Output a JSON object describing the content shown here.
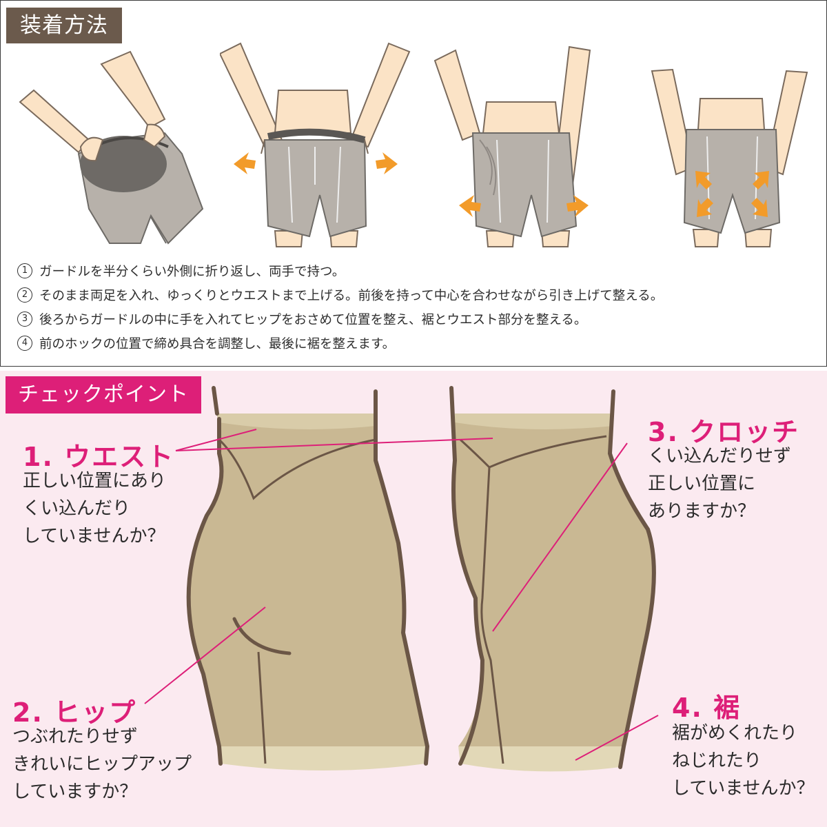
{
  "top": {
    "title": "装着方法",
    "steps": [
      {
        "num": "1",
        "text": "ガードルを半分くらい外側に折り返し、両手で持つ。"
      },
      {
        "num": "2",
        "text": "そのまま両足を入れ、ゆっくりとウエストまで上げる。前後を持って中心を合わせながら引き上げて整える。"
      },
      {
        "num": "3",
        "text": "後ろからガードルの中に手を入れてヒップをおさめて位置を整え、裾とウエスト部分を整える。"
      },
      {
        "num": "4",
        "text": "前のホックの位置で締め具合を調整し、最後に裾を整えます。"
      }
    ]
  },
  "check": {
    "title": "チェックポイント",
    "points": [
      {
        "title": "1. ウエスト",
        "lines": [
          "正しい位置にあり",
          "くい込んだり",
          "していませんか？"
        ]
      },
      {
        "title": "2. ヒップ",
        "lines": [
          "つぶれたりせず",
          "きれいにヒップアップ",
          "していますか？"
        ]
      },
      {
        "title": "3. クロッチ",
        "lines": [
          "くい込んだりせず",
          "正しい位置に",
          "ありますか？"
        ]
      },
      {
        "title": "4. 裾",
        "lines": [
          "裾がめくれたり",
          "ねじれたり",
          "していませんか？"
        ]
      }
    ]
  },
  "colors": {
    "header_brown": "#6b5a4c",
    "accent_pink": "#dd1f78",
    "pink_background": "#fbeaf0",
    "garment_beige": "#c9b893",
    "garment_gray": "#b7b1aa",
    "skin": "#fbe3c6",
    "arrow_orange": "#f29b2a"
  }
}
